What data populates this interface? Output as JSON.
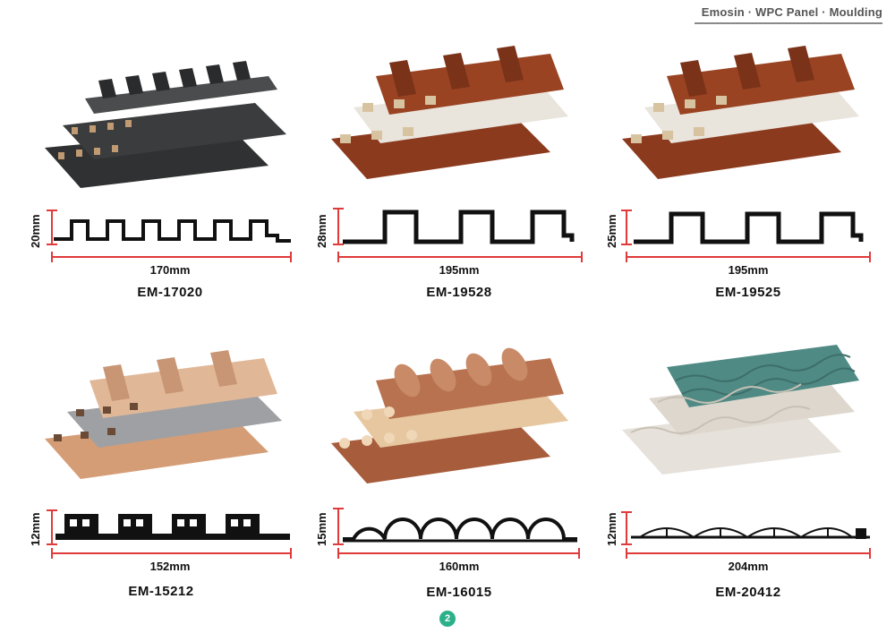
{
  "header": {
    "brand_line": "Emosin · WPC Panel · Moulding"
  },
  "products": [
    {
      "code": "EM-17020",
      "height": "20mm",
      "width": "170mm",
      "color": "#3d3f40",
      "style": "slats-dark"
    },
    {
      "code": "EM-19528",
      "height": "28mm",
      "width": "195mm",
      "color": "#8c3a1e",
      "style": "wood-box"
    },
    {
      "code": "EM-19525",
      "height": "25mm",
      "width": "195mm",
      "color": "#8c3a1e",
      "style": "wood-box"
    },
    {
      "code": "EM-15212",
      "height": "12mm",
      "width": "152mm",
      "color": "#d9a884",
      "style": "slats-light"
    },
    {
      "code": "EM-16015",
      "height": "15mm",
      "width": "160mm",
      "color": "#b8724f",
      "style": "round"
    },
    {
      "code": "EM-20412",
      "height": "12mm",
      "width": "204mm",
      "color": "#4f8a84",
      "style": "wave"
    }
  ],
  "footer": {
    "page_number": "2"
  }
}
